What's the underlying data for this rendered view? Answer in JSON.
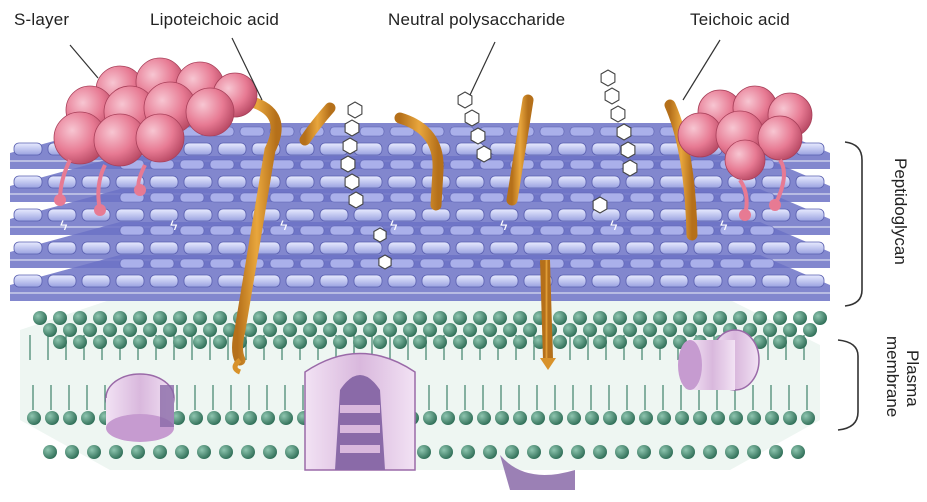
{
  "labels": {
    "s_layer": "S-layer",
    "lipoteichoic_acid": "Lipoteichoic acid",
    "neutral_polysaccharide": "Neutral polysaccharide",
    "teichoic_acid": "Teichoic acid",
    "peptidoglycan": "Peptidoglycan",
    "plasma_membrane_line1": "Plasma",
    "plasma_membrane_line2": "membrane"
  },
  "colors": {
    "s_layer": "#e77a93",
    "teichoic": "#d8922a",
    "peptidoglycan_top": "#c6cdf0",
    "peptidoglycan_side": "#6c72c6",
    "membrane_head": "#3f8a70",
    "membrane_body": "#e7f1ec",
    "protein": "#d9b8dd",
    "protein_core": "#8a6aa8"
  }
}
